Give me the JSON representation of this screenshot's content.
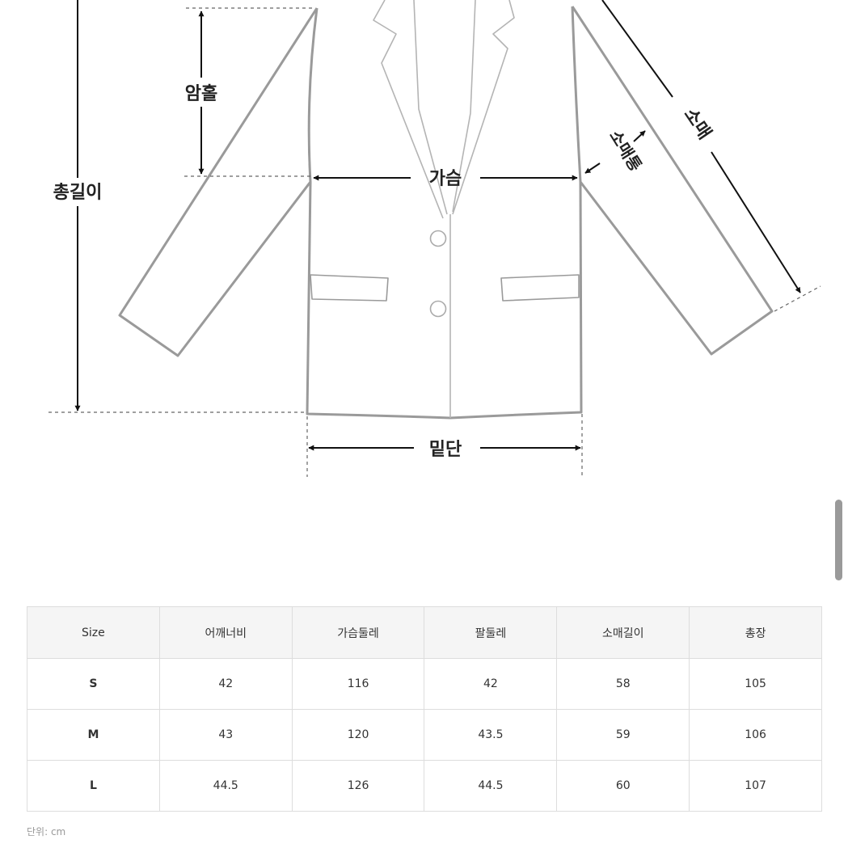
{
  "diagram": {
    "labels": {
      "total_length": "총길이",
      "armhole": "암홀",
      "chest": "가슴",
      "hem": "밑단",
      "sleeve_length": "소매",
      "sleeve_width": "소매통"
    }
  },
  "table": {
    "headers": [
      "Size",
      "어깨너비",
      "가슴둘레",
      "팔둘레",
      "소매길이",
      "총장"
    ],
    "rows": [
      [
        "S",
        "42",
        "116",
        "42",
        "58",
        "105"
      ],
      [
        "M",
        "43",
        "120",
        "43.5",
        "59",
        "106"
      ],
      [
        "L",
        "44.5",
        "126",
        "44.5",
        "60",
        "107"
      ]
    ]
  },
  "unit_note": "단위: cm"
}
